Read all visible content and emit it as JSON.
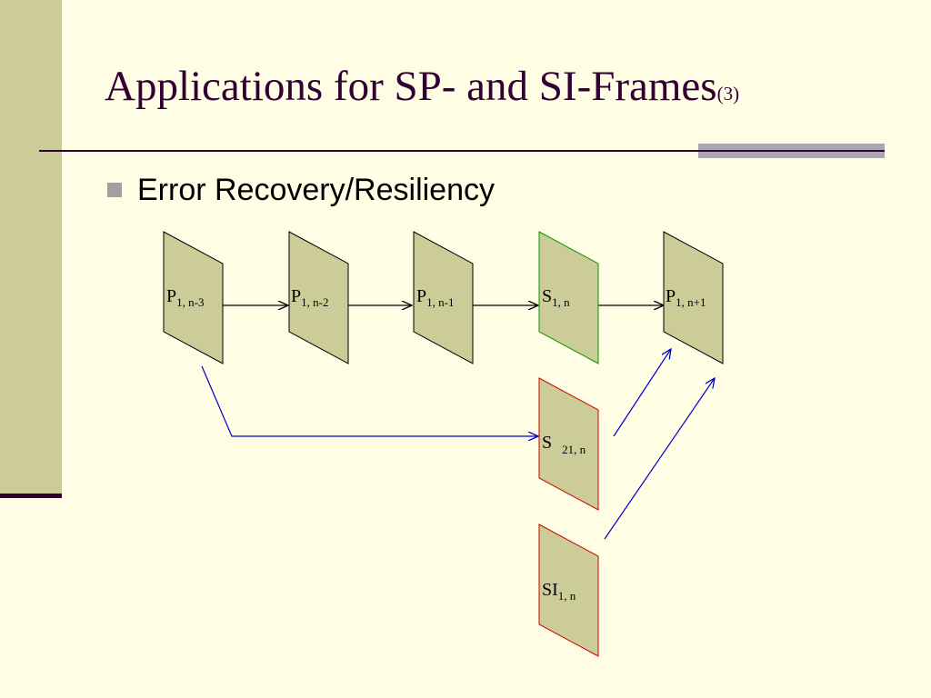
{
  "slide": {
    "title": "Applications for SP- and SI-Frames",
    "title_suffix": "(3)",
    "bullet": "Error Recovery/Resiliency"
  },
  "diagram": {
    "frames": [
      {
        "id": "p-n-3",
        "base": "P",
        "sub": "1, n-3"
      },
      {
        "id": "p-n-2",
        "base": "P",
        "sub": "1, n-2"
      },
      {
        "id": "p-n-1",
        "base": "P",
        "sub": "1, n-1"
      },
      {
        "id": "s-n",
        "base": "S",
        "sub": "1, n"
      },
      {
        "id": "p-n+1",
        "base": "P",
        "sub": "1, n+1"
      },
      {
        "id": "s21-n",
        "base": "S ",
        "sub": "21, n"
      },
      {
        "id": "si-n",
        "base": "SI",
        "sub": "1, n"
      }
    ]
  },
  "colors": {
    "background": "#FFFDE3",
    "frame_fill": "#CCCC99",
    "title": "#330033",
    "green_border": "#009900",
    "red_border": "#CC0000",
    "blue_arrow": "#0000CC"
  }
}
